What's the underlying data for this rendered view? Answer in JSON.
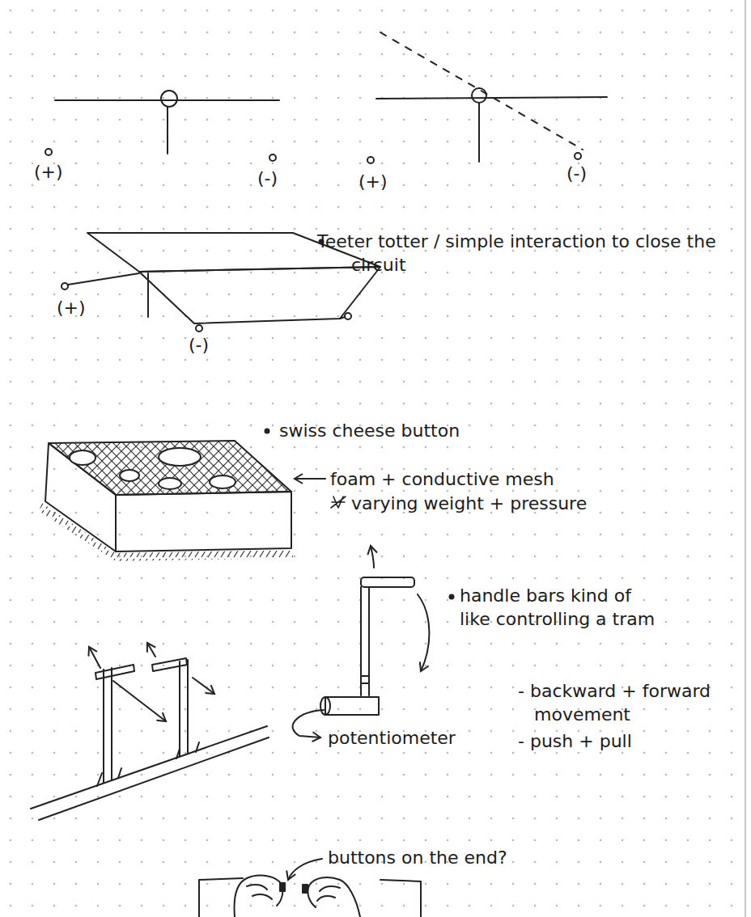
{
  "diagram": {
    "labels": [
      "(+)",
      "(-)",
      "(+)",
      "(-)",
      "(+)",
      "(-)",
      "Teeter totter / simple interaction to close the circuit",
      "swiss cheese button",
      "foam + conductive mesh",
      "varying weight + pressure",
      "handle bars kind of like controlling a tram",
      "- backward + forward movement",
      "- push + pull",
      "potentiometer",
      "buttons on the end?"
    ]
  }
}
